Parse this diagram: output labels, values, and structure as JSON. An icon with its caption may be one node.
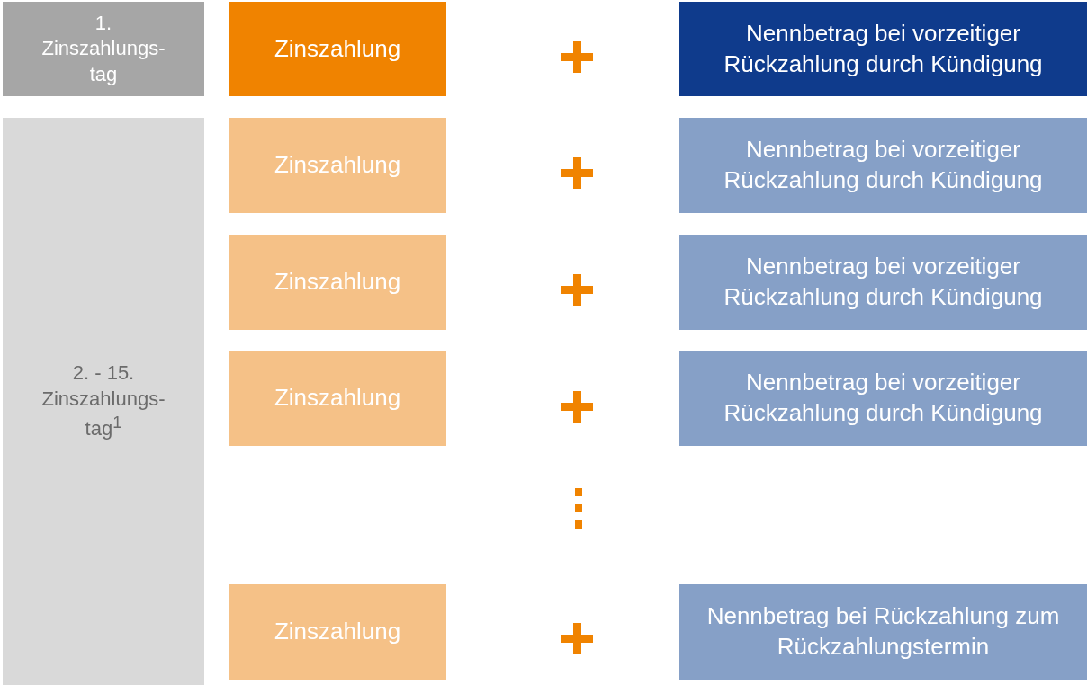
{
  "diagram": {
    "nodes": [
      {
        "text": [
          "1. Zinszahlungs- tag"
        ]
      },
      {
        "text": [
          "Zinszahlung"
        ]
      },
      {
        "text": [
          "Nennbetrag bei vorzeitiger Rückzahlung durch Kündigung"
        ]
      },
      {
        "text": [
          "2. - 15. Zinszahlungs- tag$^{1}$"
        ]
      },
      {
        "text": [
          "Zinszahlung"
        ]
      },
      {
        "text": [
          "Nennbetrag bei vorzeitiger Rückzahlung durch Kündigung"
        ]
      },
      {
        "text": [
          "Zinszahlung"
        ]
      },
      {
        "text": [
          "Nennbetrag bei vorzeitiger Rückzahlung durch Kündigung"
        ]
      },
      {
        "text": [
          "Zinszahlung"
        ]
      },
      {
        "text": [
          "Nennbetrag bei vorzeitiger Rückzahlung durch Kündigung"
        ]
      },
      {
        "text": [
          "Zinszahlung"
        ]
      },
      {
        "text": [
          "Nennbetrag bei Rückzahlung zum Rückzahlungstermin"
        ]
      }
    ]
  }
}
